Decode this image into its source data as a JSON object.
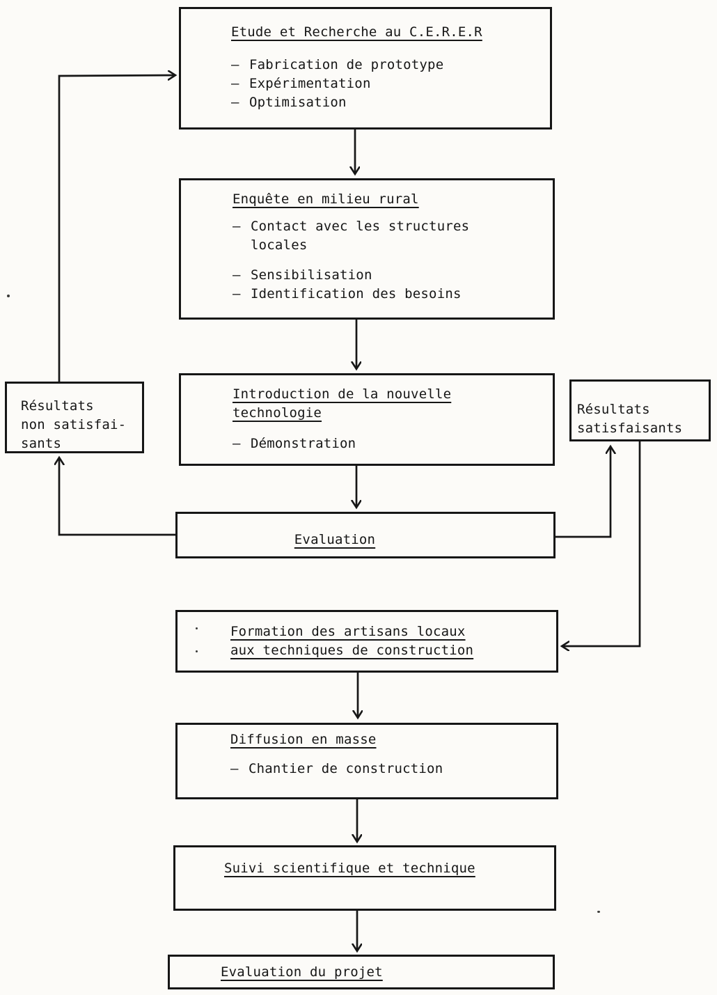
{
  "page": {
    "ink_color": "#161616",
    "paper_color": "#fcfbf8",
    "bullet": "–"
  },
  "boxes": {
    "etude": {
      "title": "Etude et Recherche au C.E.R.E.R",
      "items": [
        "Fabrication de prototype",
        "Expérimentation",
        "Optimisation"
      ]
    },
    "enquete": {
      "title": "Enquête en milieu rural",
      "items": [
        "Contact avec les structures locales",
        "Sensibilisation",
        "Identification des besoins"
      ]
    },
    "introduction": {
      "title_lines": [
        "Introduction de la nouvelle",
        "technologie"
      ],
      "items": [
        "Démonstration"
      ]
    },
    "evaluation": {
      "title": "Evaluation"
    },
    "resultats_non": {
      "lines": [
        "Résultats",
        "non satisfai-",
        "sants"
      ]
    },
    "resultats_sat": {
      "lines": [
        "Résultats",
        "satisfaisants"
      ]
    },
    "formation": {
      "title_lines": [
        "Formation des artisans locaux",
        "aux techniques de construction"
      ]
    },
    "diffusion": {
      "title": "Diffusion en masse",
      "items": [
        "Chantier de construction"
      ]
    },
    "suivi": {
      "title": "Suivi scientifique et technique"
    },
    "evaluation_projet": {
      "title": "Evaluation du projet"
    }
  }
}
